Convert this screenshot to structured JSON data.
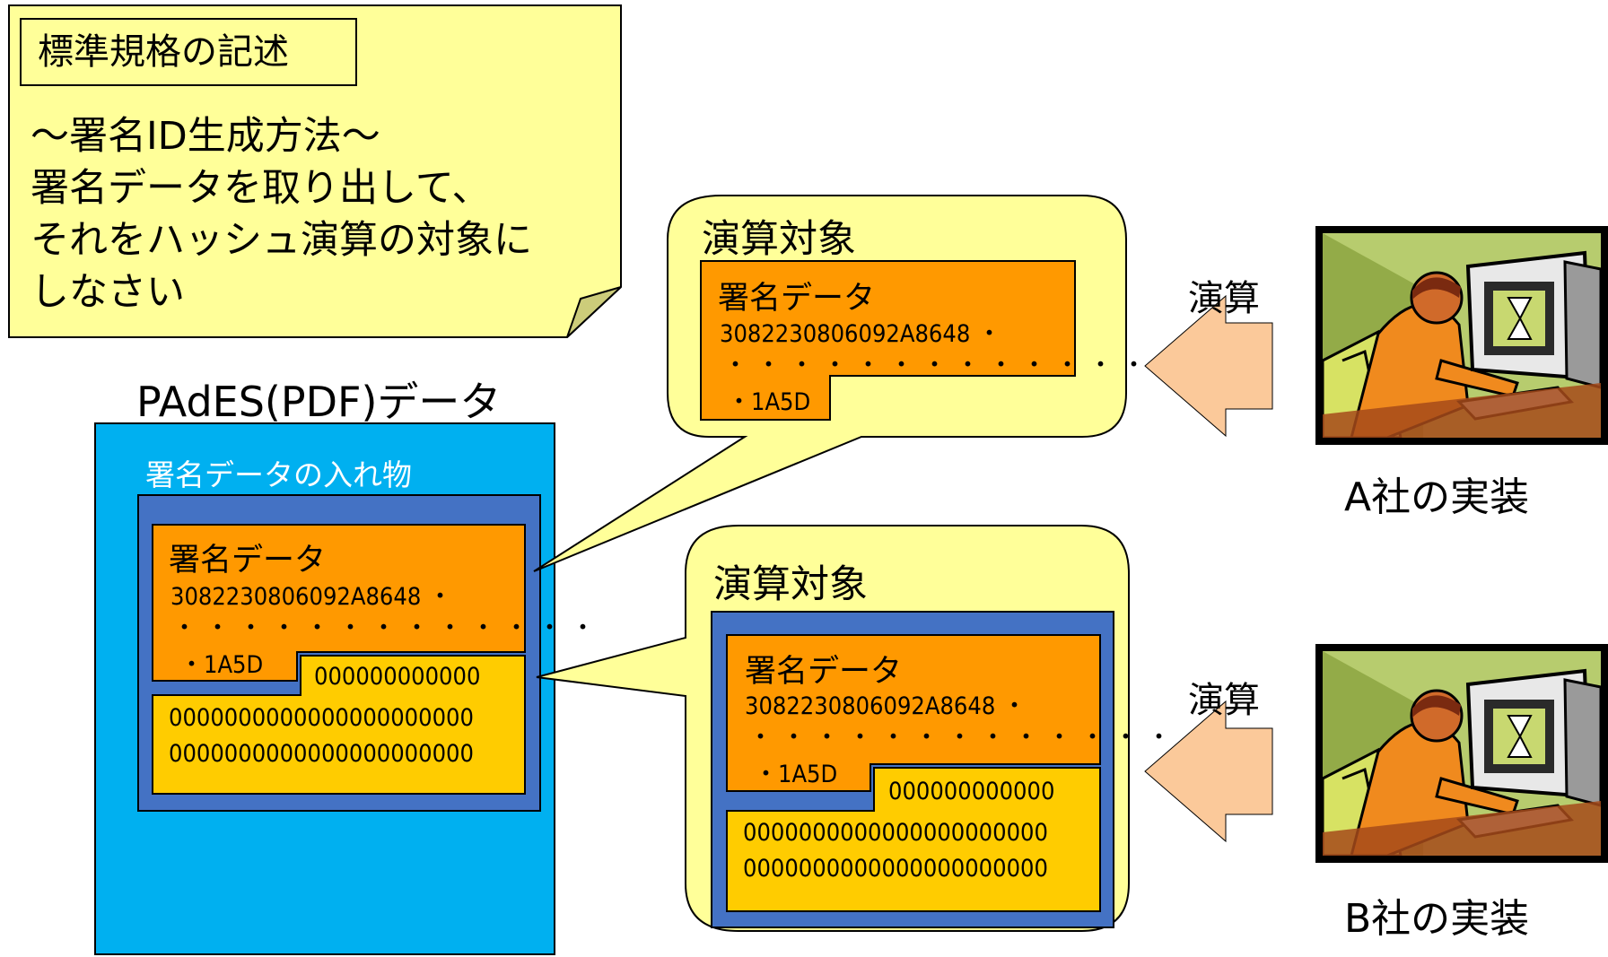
{
  "note": {
    "title": "標準規格の記述",
    "lines": [
      "～署名ID生成方法～",
      "署名データを取り出して、",
      "それをハッシュ演算の対象に",
      "しなさい"
    ]
  },
  "pades": {
    "title": "PAdES(PDF)データ",
    "container_label": "署名データの入れ物",
    "signature": {
      "title": "署名データ",
      "hex": "3082230806092A8648 ・",
      "dots": "・・・・・・・・・・・・・",
      "end": "・1A5D"
    },
    "padding": {
      "row1": "000000000000",
      "row2": "0000000000000000000000",
      "row3": "0000000000000000000000"
    }
  },
  "bubble_a": {
    "title": "演算対象",
    "signature": {
      "title": "署名データ",
      "hex": "3082230806092A8648 ・",
      "dots": "・・・・・・・・・・・・・",
      "end": "・1A5D"
    }
  },
  "bubble_b": {
    "title": "演算対象",
    "signature": {
      "title": "署名データ",
      "hex": "3082230806092A8648 ・",
      "dots": "・・・・・・・・・・・・・",
      "end": "・1A5D"
    },
    "padding": {
      "row1": "000000000000",
      "row2": "0000000000000000000000",
      "row3": "0000000000000000000000"
    }
  },
  "company_a": {
    "calc_label": "演算",
    "impl_label": "A社の実装",
    "icon": "computer-user-clipart-icon"
  },
  "company_b": {
    "calc_label": "演算",
    "impl_label": "B社の実装",
    "icon": "computer-user-clipart-icon"
  },
  "colors": {
    "note_yellow": "#ffff99",
    "cyan": "#00b0f0",
    "container_blue": "#4472c4",
    "signature_orange": "#ff9900",
    "padding_gold": "#ffcc00",
    "arrow_peach": "#fbc99a"
  }
}
